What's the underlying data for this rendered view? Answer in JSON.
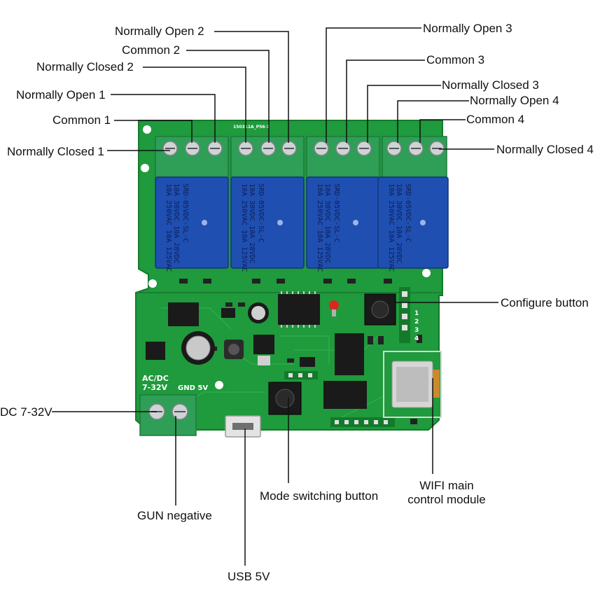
{
  "labels": {
    "no2": "Normally Open 2",
    "com2": "Common 2",
    "nc2": "Normally Closed 2",
    "no1": "Normally Open 1",
    "com1": "Common 1",
    "nc1": "Normally Closed 1",
    "no3": "Normally Open 3",
    "com3": "Common 3",
    "nc3": "Normally Closed 3",
    "no4": "Normally Open 4",
    "com4": "Common 4",
    "nc4": "Normally Closed 4",
    "configure": "Configure button",
    "dc": "DC 7-32V",
    "gnd": "GUN negative",
    "usb": "USB 5V",
    "mode": "Mode switching button",
    "wifi_line1": "WIFI main",
    "wifi_line2": "control module"
  },
  "board": {
    "power_label_1": "AC/DC",
    "power_label_2": "7-32V",
    "power_label_3": "GND 5V",
    "board_code": "150311A_P56-7",
    "channel_marks": [
      "1",
      "2",
      "3",
      "4"
    ],
    "relay_text_1": "10A 250VAC 10A 125VAC",
    "relay_text_2": "10A 30VDC 10A 28VDC",
    "relay_model": "SRD-05VDC-SL-C"
  },
  "colors": {
    "pcb": "#1f9a3c",
    "pcb_dark": "#157a2c",
    "terminal": "#2f9e57",
    "relay": "#1f4fb0",
    "chip": "#1a1a1a",
    "led": "#d8281d"
  }
}
